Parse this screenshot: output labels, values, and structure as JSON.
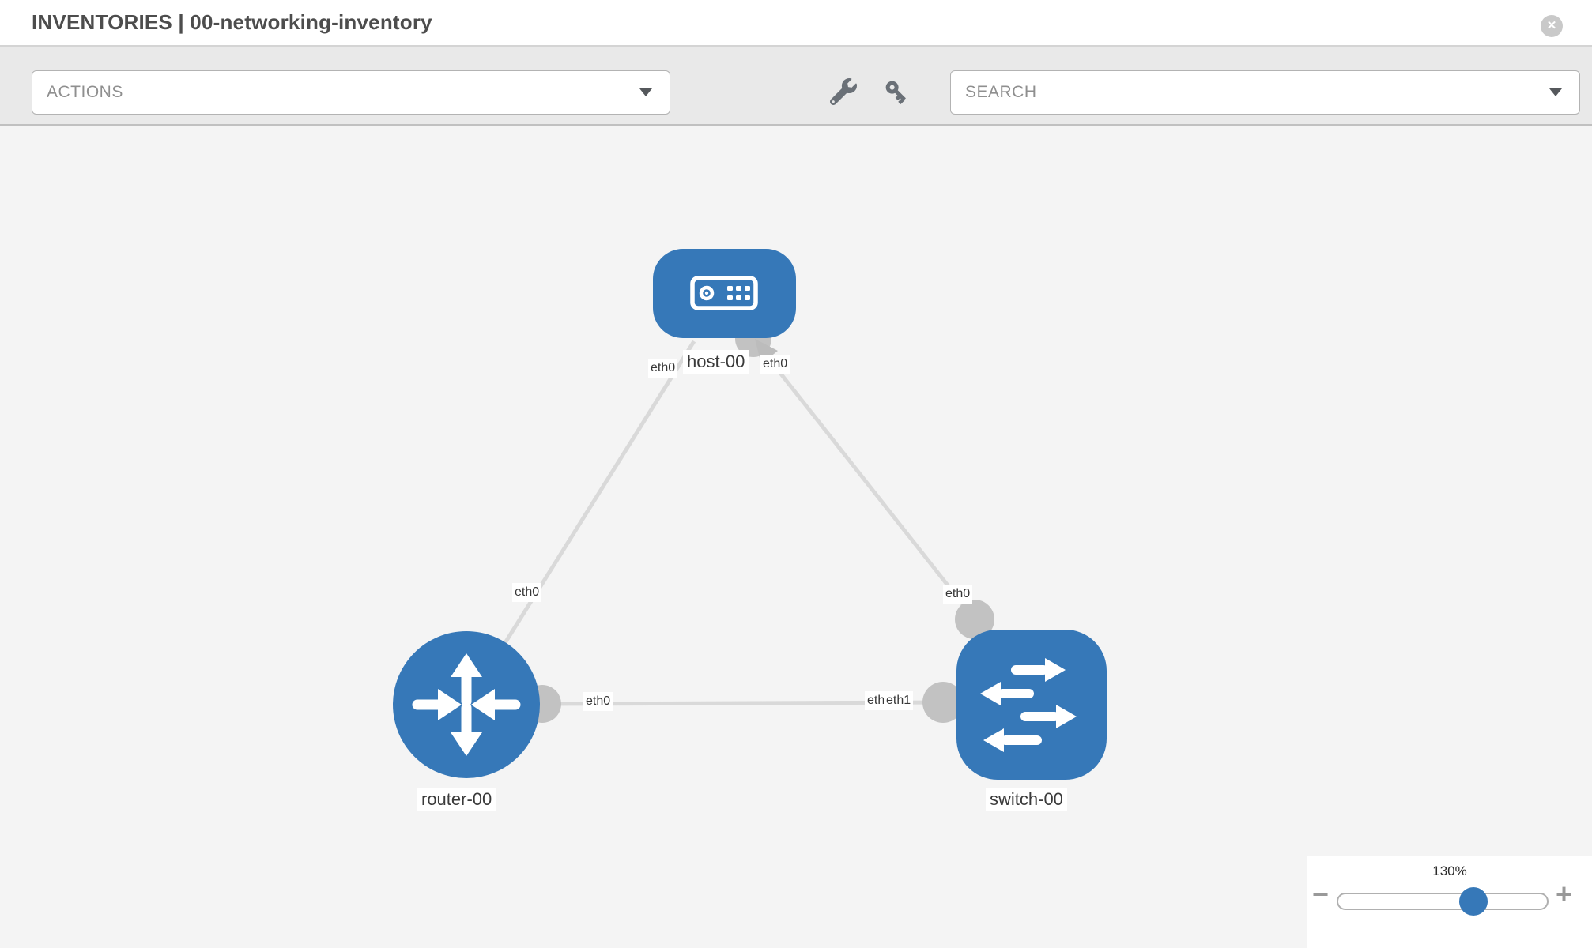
{
  "header": {
    "title": "INVENTORIES | 00-networking-inventory",
    "close_glyph": "✕"
  },
  "toolbar": {
    "actions_label": "ACTIONS",
    "search_label": "SEARCH"
  },
  "icons": {
    "close": "circle-x-icon",
    "actions_caret": "chevron-down-icon",
    "search_caret": "chevron-down-icon",
    "tool_left": "wrench-icon",
    "tool_right": "key-icon",
    "host_node": "host-server-icon",
    "router_node": "router-arrows-icon",
    "switch_node": "switch-arrows-icon",
    "zoom_out": "minus-icon",
    "zoom_in": "plus-icon"
  },
  "topology": {
    "nodes": [
      {
        "id": "host-00",
        "type": "host",
        "label": "host-00"
      },
      {
        "id": "router-00",
        "type": "router",
        "label": "router-00"
      },
      {
        "id": "switch-00",
        "type": "switch",
        "label": "switch-00"
      }
    ],
    "links": [
      {
        "source": "host-00",
        "target": "router-00",
        "source_interface": "eth0",
        "target_interface": "eth0"
      },
      {
        "source": "host-00",
        "target": "switch-00",
        "source_interface": "eth0",
        "target_interface": "eth0"
      },
      {
        "source": "router-00",
        "target": "switch-00",
        "source_interface": "eth0",
        "target_interface": "eth1"
      }
    ],
    "interface_labels": [
      "eth0",
      "eth0",
      "eth0",
      "eth0",
      "eth0",
      "eth0",
      "eth1"
    ]
  },
  "zoom": {
    "value": "130%",
    "minus_glyph": "−",
    "plus_glyph": "+"
  },
  "colors": {
    "node_blue": "#3678b8",
    "link_gray": "#d9d9d9",
    "connector_gray": "#c2c2c2",
    "canvas_bg": "#f4f4f4",
    "toolbar_bg": "#e9e9e9",
    "thumb_blue": "#3678b8"
  }
}
